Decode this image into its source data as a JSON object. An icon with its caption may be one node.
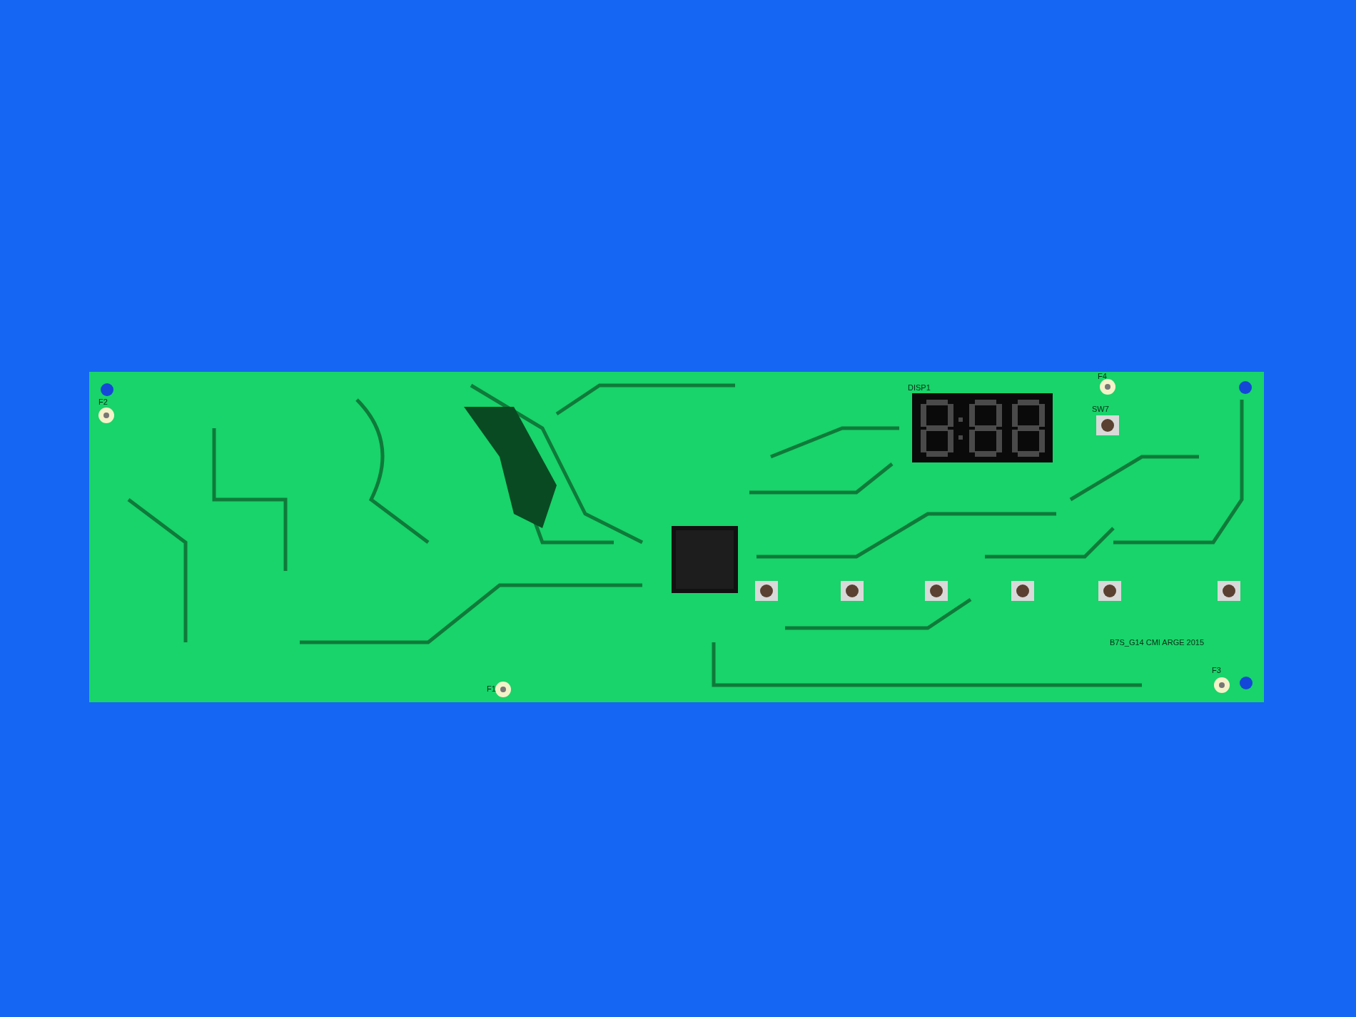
{
  "diagram": {
    "labels": [
      "F2",
      "DISP1",
      "F4",
      "SW7",
      "F1",
      "B7S_G14 CMI ARGE 2015",
      "F3"
    ]
  }
}
